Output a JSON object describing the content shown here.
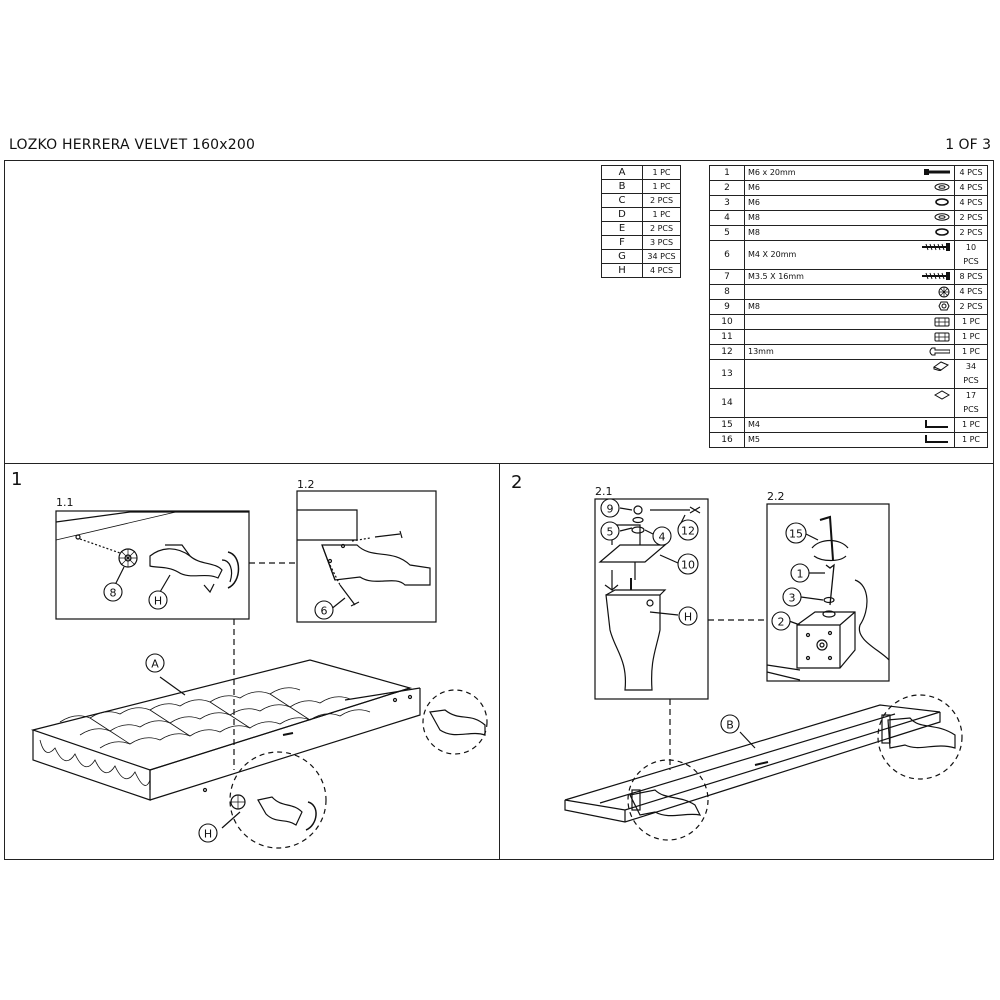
{
  "header": {
    "title": "LOZKO HERRERA VELVET 160x200",
    "page": "1 OF 3"
  },
  "letter_parts": [
    {
      "letter": "A",
      "qty": "1 PC"
    },
    {
      "letter": "B",
      "qty": "1 PC"
    },
    {
      "letter": "C",
      "qty": "2 PCS"
    },
    {
      "letter": "D",
      "qty": "1 PC"
    },
    {
      "letter": "E",
      "qty": "2 PCS"
    },
    {
      "letter": "F",
      "qty": "3 PCS"
    },
    {
      "letter": "G",
      "qty": "34 PCS"
    },
    {
      "letter": "H",
      "qty": "4 PCS"
    }
  ],
  "hardware": [
    {
      "num": "1",
      "desc": "M6 x 20mm",
      "qty": "4 PCS",
      "icon": "bolt-icon"
    },
    {
      "num": "2",
      "desc": "M6",
      "qty": "4 PCS",
      "icon": "washer-icon"
    },
    {
      "num": "3",
      "desc": "M6",
      "qty": "4 PCS",
      "icon": "spring-washer-icon"
    },
    {
      "num": "4",
      "desc": "M8",
      "qty": "2 PCS",
      "icon": "washer-icon"
    },
    {
      "num": "5",
      "desc": "M8",
      "qty": "2 PCS",
      "icon": "spring-washer-icon"
    },
    {
      "num": "6",
      "desc": "M4 X 20mm",
      "qty": "10 PCS",
      "icon": "wood-screw-icon"
    },
    {
      "num": "7",
      "desc": "M3.5 X 16mm",
      "qty": "8 PCS",
      "icon": "wood-screw-icon"
    },
    {
      "num": "8",
      "desc": "",
      "qty": "4 PCS",
      "icon": "t-nut-icon"
    },
    {
      "num": "9",
      "desc": "M8",
      "qty": "2 PCS",
      "icon": "nut-icon"
    },
    {
      "num": "10",
      "desc": "",
      "qty": "1 PC",
      "icon": "connector-icon"
    },
    {
      "num": "11",
      "desc": "",
      "qty": "1 PC",
      "icon": "connector-icon"
    },
    {
      "num": "12",
      "desc": "13mm",
      "qty": "1 PC",
      "icon": "wrench-icon"
    },
    {
      "num": "13",
      "desc": "",
      "qty": "34 PCS",
      "icon": "slat-cap-icon"
    },
    {
      "num": "14",
      "desc": "",
      "qty": "17 PCS",
      "icon": "slat-holder-icon"
    },
    {
      "num": "15",
      "desc": "M4",
      "qty": "1 PC",
      "icon": "allen-key-icon"
    },
    {
      "num": "16",
      "desc": "M5",
      "qty": "1 PC",
      "icon": "allen-key-icon"
    }
  ],
  "steps": {
    "s1": "1",
    "s1_1": "1.1",
    "s1_2": "1.2",
    "s2": "2",
    "s2_1": "2.1",
    "s2_2": "2.2"
  },
  "callouts": {
    "c8": "8",
    "cH1": "H",
    "c6": "6",
    "cA": "A",
    "cH2": "H",
    "c9": "9",
    "c12": "12",
    "c5": "5",
    "c4": "4",
    "c10": "10",
    "cH3": "H",
    "c15": "15",
    "c1": "1",
    "c3": "3",
    "c2": "2",
    "cB": "B"
  }
}
